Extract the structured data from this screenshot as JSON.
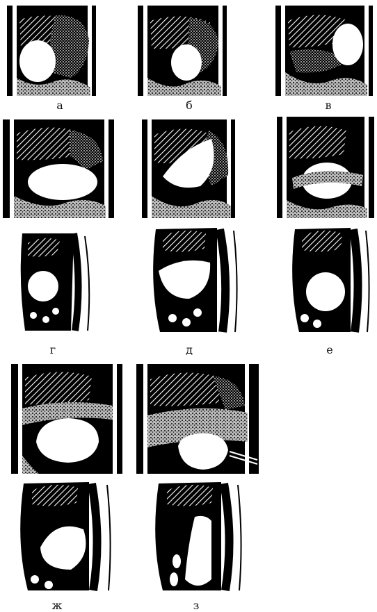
{
  "labels": {
    "a": "а",
    "b": "б",
    "v": "в",
    "g": "г",
    "d": "д",
    "e": "е",
    "zh": "ж",
    "z": "з"
  },
  "colors": {
    "background": "#000000",
    "paper": "#ffffff",
    "hatch": "#ffffff",
    "ink": "#111111"
  }
}
